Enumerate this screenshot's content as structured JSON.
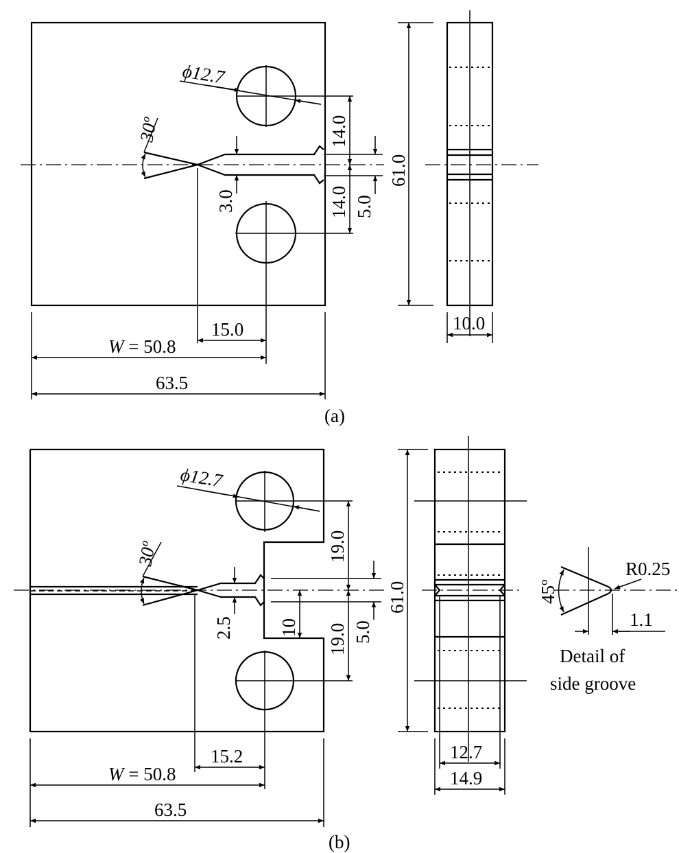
{
  "figure_a": {
    "caption": "(a)",
    "hole_dia_label": "ϕ12.7",
    "notch_angle_label": "30º",
    "dim_14_upper": "14.0",
    "dim_14_lower": "14.0",
    "dim_3": "3.0",
    "dim_5": "5.0",
    "dim_61": "61.0",
    "dim_15": "15.0",
    "w_symbol": "W",
    "w_value": " = 50.8",
    "dim_63": "63.5",
    "dim_thickness": "10.0"
  },
  "figure_b": {
    "caption": "(b)",
    "hole_dia_label": "ϕ12.7",
    "notch_angle_label": "30º",
    "dim_19_upper": "19.0",
    "dim_19_lower": "19.0",
    "dim_2_5": "2.5",
    "dim_10": "10",
    "dim_5": "5.0",
    "dim_61": "61.0",
    "dim_15": "15.2",
    "w_symbol": "W",
    "w_value": " = 50.8",
    "dim_63": "63.5",
    "dim_net_thickness": "12.7",
    "dim_thickness": "14.9"
  },
  "groove_detail": {
    "angle_label": "45º",
    "radius_label": "R0.25",
    "depth_label": "1.1",
    "caption_line1": "Detail of",
    "caption_line2": "side groove"
  }
}
